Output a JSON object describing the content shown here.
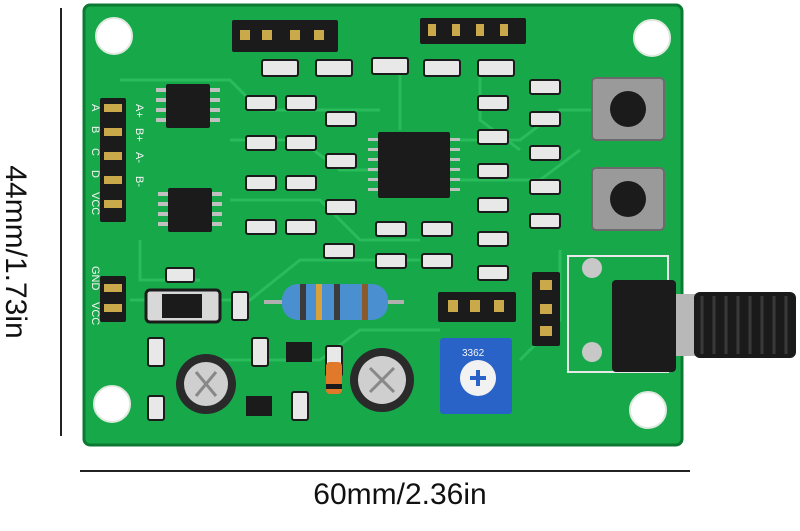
{
  "dimensions": {
    "width_label": "60mm/2.36in",
    "height_label": "44mm/1.73in"
  },
  "silkscreen": {
    "left_header_top": [
      "A+",
      "B+",
      "A-",
      "B-"
    ],
    "left_header_side": [
      "A",
      "B",
      "C",
      "D",
      "VCC"
    ],
    "power_header": [
      "GND",
      "VCC"
    ],
    "pot_code": "3362"
  },
  "colors": {
    "pcb": "#17a84a",
    "pcb_dark": "#0f8a3a",
    "trace": "#2fc060",
    "chip": "#1b1b1b",
    "pot_blue": "#2a63c8",
    "resistor": "#4a8fd0",
    "knob": "#1a1a1a"
  }
}
